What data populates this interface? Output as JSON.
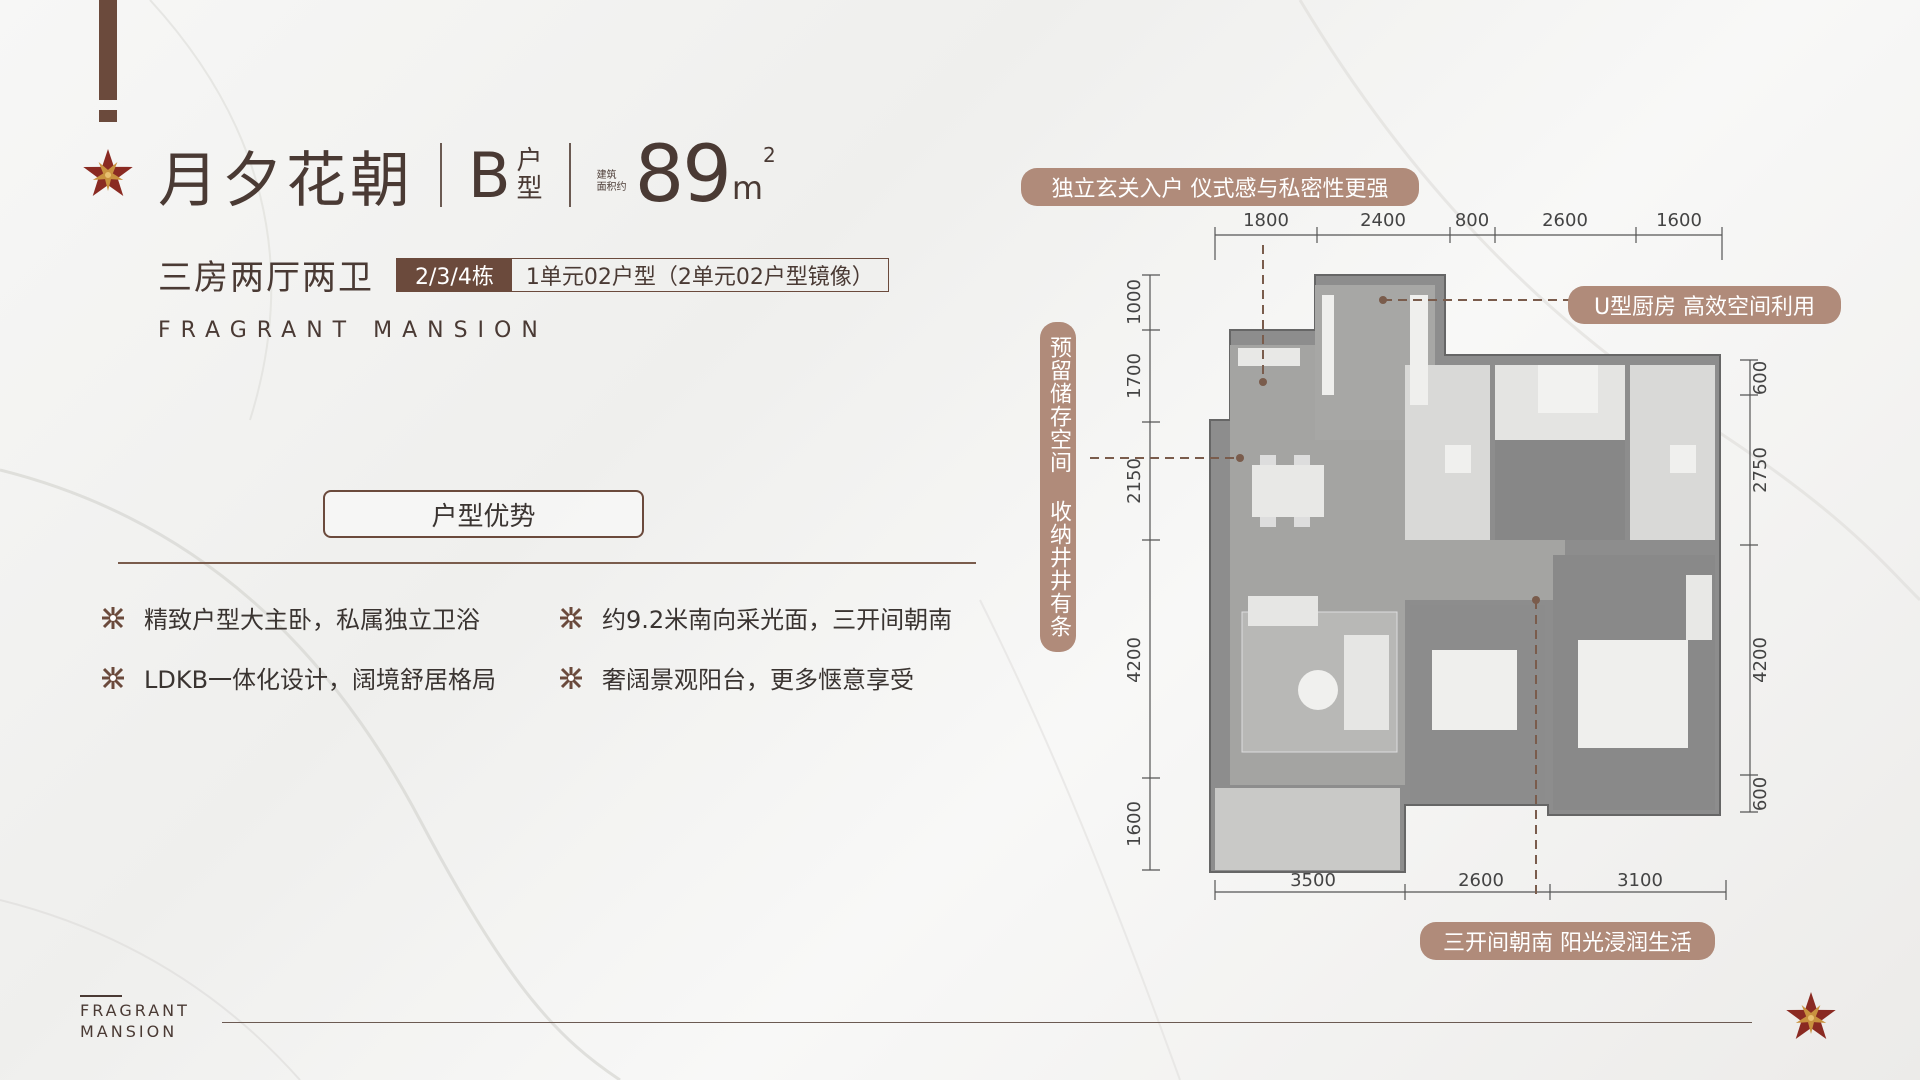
{
  "header": {
    "project_name": "月夕花朝",
    "unit_type_letter": "B",
    "unit_type_suffix_top": "户",
    "unit_type_suffix_bottom": "型",
    "area_label_top": "建筑",
    "area_label_bottom": "面积约",
    "area_value": "89",
    "area_unit": "m",
    "area_unit_sup": "2"
  },
  "subtitle": {
    "rooms": "三房两厅两卫",
    "buildings_tag": "2/3/4栋",
    "unit_desc": "1单元02户型（2单元02户型镜像）",
    "english_name": "FRAGRANT MANSION"
  },
  "advantages": {
    "title": "户型优势",
    "items": [
      "精致户型大主卧，私属独立卫浴",
      "约9.2米南向采光面，三开间朝南",
      "LDKB一体化设计，阔境舒居格局",
      "奢阔景观阳台，更多惬意享受"
    ]
  },
  "callouts": {
    "entrance": "独立玄关入户 仪式感与私密性更强",
    "kitchen": "U型厨房 高效空间利用",
    "storage": "预留储存空间 收纳井井有条",
    "south": "三开间朝南 阳光浸润生活"
  },
  "dimensions": {
    "top": [
      "1800",
      "2400",
      "800",
      "2600",
      "1600"
    ],
    "bottom": [
      "3500",
      "2600",
      "3100"
    ],
    "left": [
      "1000",
      "1700",
      "2150",
      "4200",
      "1600"
    ],
    "right": [
      "600",
      "2750",
      "4200",
      "600"
    ]
  },
  "footer": {
    "english_line1": "FRAGRANT",
    "english_line2": "MANSION"
  },
  "colors": {
    "accent_brown": "#6b4a3c",
    "callout_tan": "#b08b7a",
    "flower_red": "#8a2a22"
  }
}
